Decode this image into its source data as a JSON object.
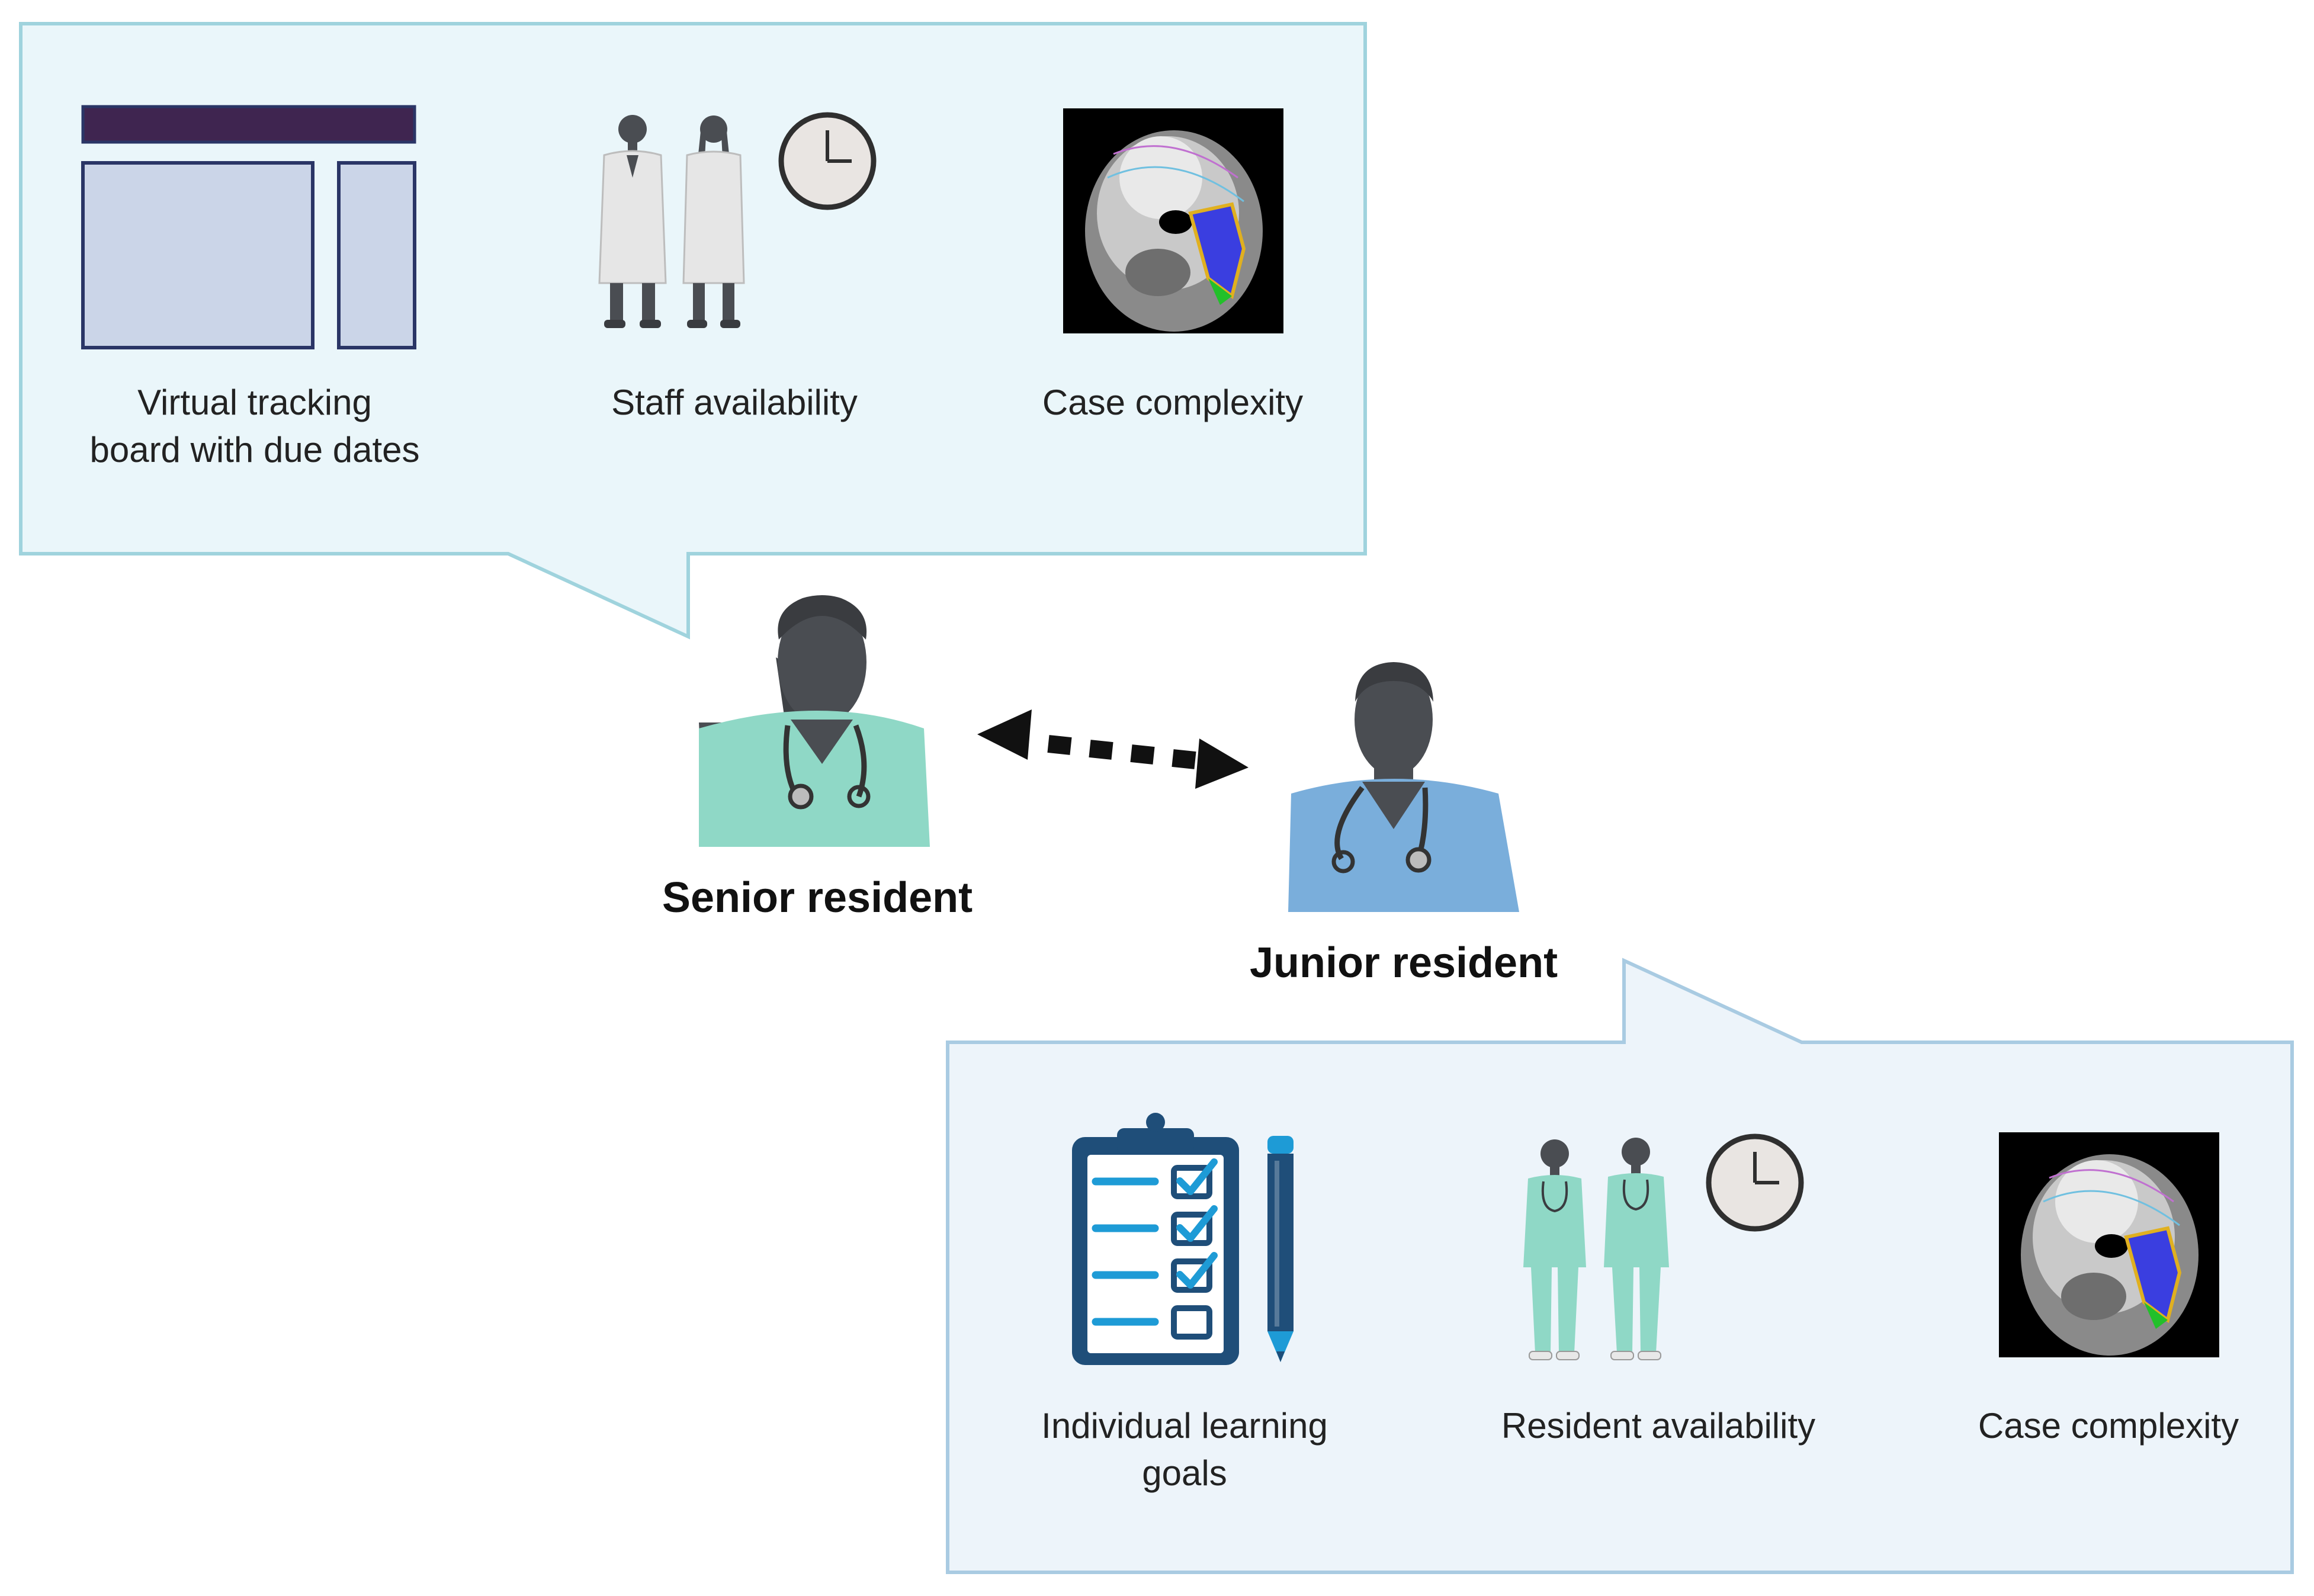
{
  "colors": {
    "bubble_top_fill": "#eaf6fa",
    "bubble_top_stroke": "#9fd3dd",
    "bubble_bottom_fill": "#edf4fa",
    "bubble_bottom_stroke": "#a9cbe2",
    "board_header": "#3f2550",
    "board_panel": "#cbd5e8",
    "board_stroke": "#2a3566",
    "senior_scrubs": "#8fd8c6",
    "junior_scrubs": "#7aaedb",
    "silhouette": "#4a4d52",
    "checklist_blue": "#1f4e79",
    "checklist_accent": "#1e9bd6",
    "arrow": "#111111"
  },
  "senior_panel": {
    "items": [
      {
        "icon": "tracking-board-icon",
        "label_line1": "Virtual tracking",
        "label_line2": "board with due dates"
      },
      {
        "icon": "staff-doctors-clock-icon",
        "label_line1": "Staff availability"
      },
      {
        "icon": "ct-scan-image",
        "label_line1": "Case complexity"
      }
    ]
  },
  "junior_panel": {
    "items": [
      {
        "icon": "checklist-pencil-icon",
        "label_line1": "Individual learning",
        "label_line2": "goals"
      },
      {
        "icon": "residents-clock-icon",
        "label_line1": "Resident availability"
      },
      {
        "icon": "ct-scan-image",
        "label_line1": "Case complexity"
      }
    ]
  },
  "roles": {
    "senior": "Senior resident",
    "junior": "Junior resident"
  },
  "connector": "bidirectional-dashed-arrow"
}
